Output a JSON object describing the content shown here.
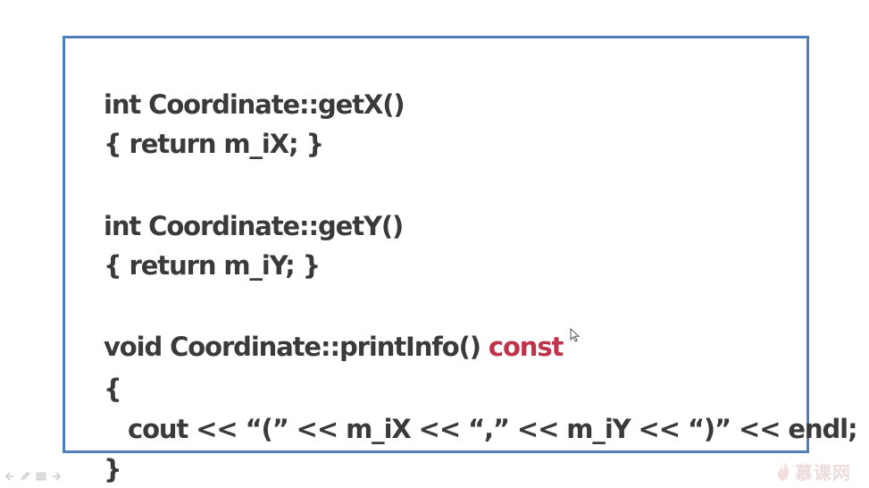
{
  "slide": {
    "code_lines": [
      {
        "text": "int Coordinate::getX()"
      },
      {
        "text": "{ return m_iX; }"
      },
      {
        "text": ""
      },
      {
        "text": "int Coordinate::getY()"
      },
      {
        "text": "{ return m_iY; }"
      },
      {
        "text": ""
      },
      {
        "text": "void Coordinate::printInfo() ",
        "keyword": "const"
      },
      {
        "text": "{"
      },
      {
        "text": "   cout << “(” << m_iX << “,” << m_iY << “)” << endl;"
      },
      {
        "text": "}"
      }
    ],
    "colors": {
      "border": "#4f7fbb",
      "code_text": "#3a3a3a",
      "keyword": "#c0344a"
    }
  },
  "toolbar": {
    "icons": [
      "arrow-left-icon",
      "pen-icon",
      "menu-icon",
      "arrow-right-icon"
    ]
  },
  "watermark": {
    "text": "慕课网",
    "icon": "flame-logo-icon"
  },
  "cursor": {
    "icon": "mouse-pointer-icon"
  }
}
